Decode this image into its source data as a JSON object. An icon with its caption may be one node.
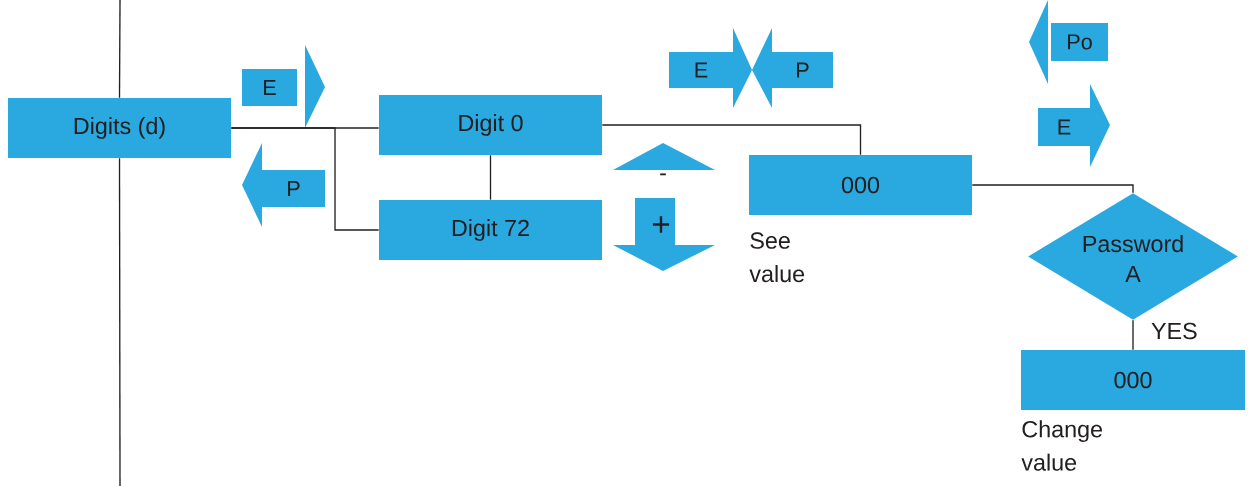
{
  "diagram": {
    "nodes": [
      {
        "text": [
          "Digits (d)"
        ]
      },
      {
        "text": [
          "E"
        ]
      },
      {
        "text": [
          "P"
        ]
      },
      {
        "text": [
          "Digit 0"
        ]
      },
      {
        "text": [
          "Digit 72"
        ]
      },
      {
        "text": [
          "-"
        ]
      },
      {
        "text": [
          "+"
        ]
      },
      {
        "text": [
          "E"
        ]
      },
      {
        "text": [
          "P"
        ]
      },
      {
        "text": [
          "000"
        ],
        "beside": [
          "See value"
        ]
      },
      {
        "text": [
          "Po"
        ]
      },
      {
        "text": [
          "E"
        ]
      },
      {
        "text": [
          "Password A"
        ]
      },
      {
        "text": [
          "000"
        ],
        "beside": [
          "Change value"
        ]
      }
    ],
    "edges": [
      {
        "from": null,
        "to": 0,
        "arrow": "none"
      },
      {
        "from": 0,
        "to": null,
        "arrow": "none"
      },
      {
        "from": 0,
        "to": 3,
        "arrow": "none"
      },
      {
        "from": 0,
        "to": 4,
        "arrow": "none"
      },
      {
        "from": 3,
        "to": 4,
        "arrow": "none"
      },
      {
        "from": 3,
        "to": 9,
        "arrow": "none"
      },
      {
        "from": 9,
        "to": 12,
        "arrow": "none"
      },
      {
        "from": 12,
        "to": 13,
        "arrow": "none",
        "label": "YES"
      }
    ]
  }
}
